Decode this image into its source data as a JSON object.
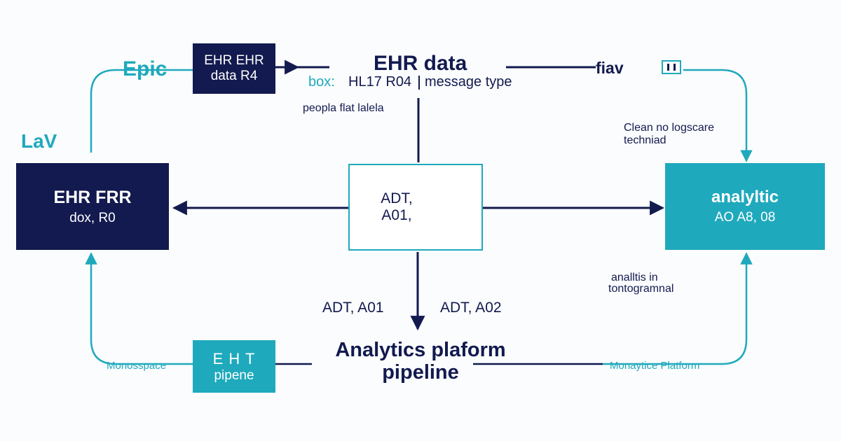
{
  "colors": {
    "navy": "#121a4f",
    "teal": "#1fa9bd",
    "background": "#fbfcfd"
  },
  "labels": {
    "epic": "Epic",
    "lav": "LaV",
    "fhav": "fiav",
    "clean_line1": "Clean no logscare",
    "clean_line2": "techniad",
    "people_line": "peopla flat lalela",
    "analytics_note_line1": "analltis in",
    "analytics_note_line2": "tontogramnal",
    "adt_a01": "ADT, A01",
    "adt_a02": "ADT, A02",
    "monospace": "Monosspace",
    "monaytice": "Monaytice Platform"
  },
  "header": {
    "title": "EHR data",
    "box_label": "box:",
    "hl7_label": "HL17 R04",
    "message_type": "message type"
  },
  "boxes": {
    "top_box": {
      "line1": "EHR EHR",
      "line2": "data R4"
    },
    "left_box": {
      "line1": "EHR FRR",
      "line2": "dox,  R0"
    },
    "center_box": {
      "line1": "ADT,",
      "line2": "A01,"
    },
    "right_box": {
      "line1": "analyltic",
      "line2": "AO A8, 08"
    },
    "bottom_box": {
      "line1": "E H T",
      "line2": "pipene"
    }
  },
  "pipeline": {
    "line1": "Analytics plaform",
    "line2": "pipeline"
  }
}
